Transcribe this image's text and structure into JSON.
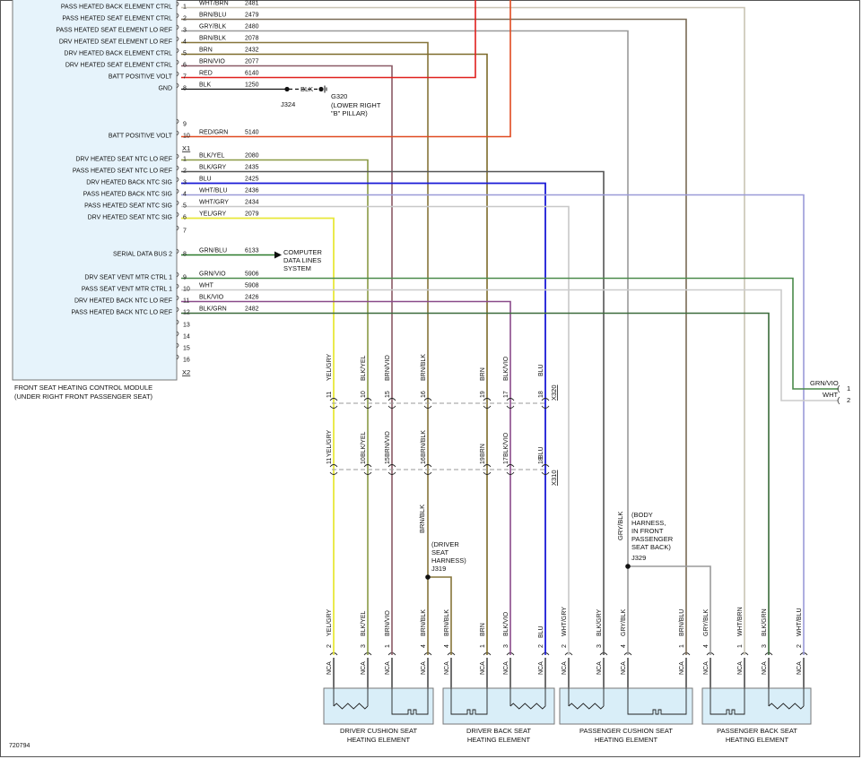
{
  "module": {
    "title": "FRONT SEAT HEATING CONTROL MODULE",
    "subtitle": "(UNDER RIGHT FRONT PASSENGER SEAT)",
    "connector_x1": "X1",
    "connector_x2": "X2"
  },
  "x1_pins": [
    {
      "pin": "1",
      "label": "PASS HEATED BACK ELEMENT CTRL",
      "wire": "WHT/BRN",
      "circuit": "2481",
      "color": "#c9c4b4"
    },
    {
      "pin": "2",
      "label": "PASS HEATED SEAT ELEMENT CTRL",
      "wire": "BRN/BLU",
      "circuit": "2479",
      "color": "#7a6a55"
    },
    {
      "pin": "3",
      "label": "PASS HEATED SEAT ELEMENT LO REF",
      "wire": "GRY/BLK",
      "circuit": "2480",
      "color": "#9a9a9a"
    },
    {
      "pin": "4",
      "label": "DRV HEATED SEAT ELEMENT LO REF",
      "wire": "BRN/BLK",
      "circuit": "2078",
      "color": "#86753a"
    },
    {
      "pin": "5",
      "label": "DRV HEATED BACK ELEMENT CTRL",
      "wire": "BRN",
      "circuit": "2432",
      "color": "#7d6b2a"
    },
    {
      "pin": "6",
      "label": "DRV HEATED SEAT ELEMENT CTRL",
      "wire": "BRN/VIO",
      "circuit": "2077",
      "color": "#8a5a66"
    },
    {
      "pin": "7",
      "label": "BATT POSITIVE VOLT",
      "wire": "RED",
      "circuit": "6140",
      "color": "#e0201d"
    },
    {
      "pin": "8",
      "label": "GND",
      "wire": "BLK",
      "circuit": "1250",
      "color": "#111111"
    },
    {
      "pin": "9",
      "label": "",
      "wire": "",
      "circuit": "",
      "color": ""
    },
    {
      "pin": "10",
      "label": "BATT POSITIVE VOLT",
      "wire": "RED/GRN",
      "circuit": "5140",
      "color": "#e04a20"
    }
  ],
  "x2_pins": [
    {
      "pin": "1",
      "label": "DRV HEATED SEAT NTC LO REF",
      "wire": "BLK/YEL",
      "circuit": "2080",
      "color": "#8a9a45"
    },
    {
      "pin": "2",
      "label": "PASS HEATED SEAT NTC LO REF",
      "wire": "BLK/GRY",
      "circuit": "2435",
      "color": "#555555"
    },
    {
      "pin": "3",
      "label": "DRV HEATED BACK NTC SIG",
      "wire": "BLU",
      "circuit": "2425",
      "color": "#1a1ad6"
    },
    {
      "pin": "4",
      "label": "PASS HEATED BACK NTC SIG",
      "wire": "WHT/BLU",
      "circuit": "2436",
      "color": "#9a9ad8"
    },
    {
      "pin": "5",
      "label": "PASS HEATED SEAT NTC SIG",
      "wire": "WHT/GRY",
      "circuit": "2434",
      "color": "#c8c8c8"
    },
    {
      "pin": "6",
      "label": "DRV HEATED SEAT NTC SIG",
      "wire": "YEL/GRY",
      "circuit": "2079",
      "color": "#e8e83a"
    },
    {
      "pin": "7",
      "label": "",
      "wire": "",
      "circuit": "",
      "color": ""
    },
    {
      "pin": "8",
      "label": "SERIAL DATA BUS 2",
      "wire": "GRN/BLU",
      "circuit": "6133",
      "color": "#2a7a2a"
    },
    {
      "pin": "9",
      "label": "DRV SEAT VENT MTR CTRL 1",
      "wire": "GRN/VIO",
      "circuit": "5906",
      "color": "#4a8a4a"
    },
    {
      "pin": "10",
      "label": "PASS SEAT VENT MTR CTRL 1",
      "wire": "WHT",
      "circuit": "5908",
      "color": "#cccccc"
    },
    {
      "pin": "11",
      "label": "DRV HEATED BACK NTC LO REF",
      "wire": "BLK/VIO",
      "circuit": "2426",
      "color": "#8a4a8a"
    },
    {
      "pin": "12",
      "label": "PASS HEATED BACK NTC LO REF",
      "wire": "BLK/GRN",
      "circuit": "2482",
      "color": "#3a6a3a"
    },
    {
      "pin": "13",
      "label": "",
      "wire": "",
      "circuit": "",
      "color": ""
    },
    {
      "pin": "14",
      "label": "",
      "wire": "",
      "circuit": "",
      "color": ""
    },
    {
      "pin": "15",
      "label": "",
      "wire": "",
      "circuit": "",
      "color": ""
    },
    {
      "pin": "16",
      "label": "",
      "wire": "",
      "circuit": "",
      "color": ""
    }
  ],
  "ground": {
    "splice": "J324",
    "wire": "BLK",
    "name": "G320",
    "location": [
      "(LOWER RIGHT",
      "\"B\" PILLAR)"
    ]
  },
  "serial_target": [
    "COMPUTER",
    "DATA LINES",
    "SYSTEM"
  ],
  "inline_columns": [
    {
      "wire": "YEL/GRY",
      "x320": "11",
      "x310": "11",
      "color": "#e8e83a"
    },
    {
      "wire": "BLK/YEL",
      "x320": "10",
      "x310": "10",
      "color": "#8a9a45"
    },
    {
      "wire": "BRN/VIO",
      "x320": "15",
      "x310": "15",
      "color": "#8a5a66"
    },
    {
      "wire": "BRN/BLK",
      "x320": "16",
      "x310": "16",
      "color": "#86753a"
    },
    {
      "wire": "BRN",
      "x320": "19",
      "x310": "19",
      "color": "#7d6b2a"
    },
    {
      "wire": "BLK/VIO",
      "x320": "17",
      "x310": "17",
      "color": "#8a4a8a"
    },
    {
      "wire": "BLU",
      "x320": "18",
      "x310": "18",
      "color": "#1a1ad6"
    }
  ],
  "connector_x320": "X320",
  "connector_x310": "X310",
  "drv_harness": {
    "wire": "BRN/BLK",
    "note": [
      "(DRIVER",
      "SEAT",
      "HARNESS)",
      "J319"
    ]
  },
  "pass_harness": {
    "wire": "GRY/BLK",
    "note": [
      "(BODY",
      "HARNESS,",
      "IN FRONT",
      "PASSENGER",
      "SEAT BACK)",
      "J329"
    ]
  },
  "vent": {
    "wires": [
      {
        "wire": "GRN/VIO",
        "pin": "1"
      },
      {
        "wire": "WHT",
        "pin": "2"
      }
    ]
  },
  "bottom_pins": [
    {
      "wire": "YEL/GRY",
      "pin": "2",
      "nca": "NCA",
      "color": "#e8e83a"
    },
    {
      "wire": "BLK/YEL",
      "pin": "3",
      "nca": "NCA",
      "color": "#8a9a45"
    },
    {
      "wire": "BRN/VIO",
      "pin": "1",
      "nca": "NCA",
      "color": "#8a5a66"
    },
    {
      "wire": "BRN/BLK",
      "pin": "4",
      "nca": "NCA",
      "color": "#86753a"
    },
    {
      "wire": "BRN/BLK",
      "pin": "4",
      "nca": "NCA",
      "color": "#86753a"
    },
    {
      "wire": "BRN",
      "pin": "1",
      "nca": "NCA",
      "color": "#7d6b2a"
    },
    {
      "wire": "BLK/VIO",
      "pin": "3",
      "nca": "NCA",
      "color": "#8a4a8a"
    },
    {
      "wire": "BLU",
      "pin": "2",
      "nca": "NCA",
      "color": "#1a1ad6"
    },
    {
      "wire": "WHT/GRY",
      "pin": "2",
      "nca": "NCA",
      "color": "#c8c8c8"
    },
    {
      "wire": "BLK/GRY",
      "pin": "3",
      "nca": "NCA",
      "color": "#555555"
    },
    {
      "wire": "GRY/BLK",
      "pin": "4",
      "nca": "NCA",
      "color": "#9a9a9a"
    },
    {
      "wire": "BRN/BLU",
      "pin": "1",
      "nca": "NCA",
      "color": "#7a6a55"
    },
    {
      "wire": "GRY/BLK",
      "pin": "4",
      "nca": "NCA",
      "color": "#9a9a9a"
    },
    {
      "wire": "WHT/BRN",
      "pin": "1",
      "nca": "NCA",
      "color": "#c9c4b4"
    },
    {
      "wire": "BLK/GRN",
      "pin": "3",
      "nca": "NCA",
      "color": "#3a6a3a"
    },
    {
      "wire": "WHT/BLU",
      "pin": "2",
      "nca": "NCA",
      "color": "#9a9ad8"
    }
  ],
  "elements": [
    {
      "name": [
        "DRIVER CUSHION SEAT",
        "HEATING ELEMENT"
      ]
    },
    {
      "name": [
        "DRIVER BACK SEAT",
        "HEATING ELEMENT"
      ]
    },
    {
      "name": [
        "PASSENGER CUSHION SEAT",
        "HEATING ELEMENT"
      ]
    },
    {
      "name": [
        "PASSENGER BACK SEAT",
        "HEATING ELEMENT"
      ]
    }
  ],
  "figure_id": "720794"
}
